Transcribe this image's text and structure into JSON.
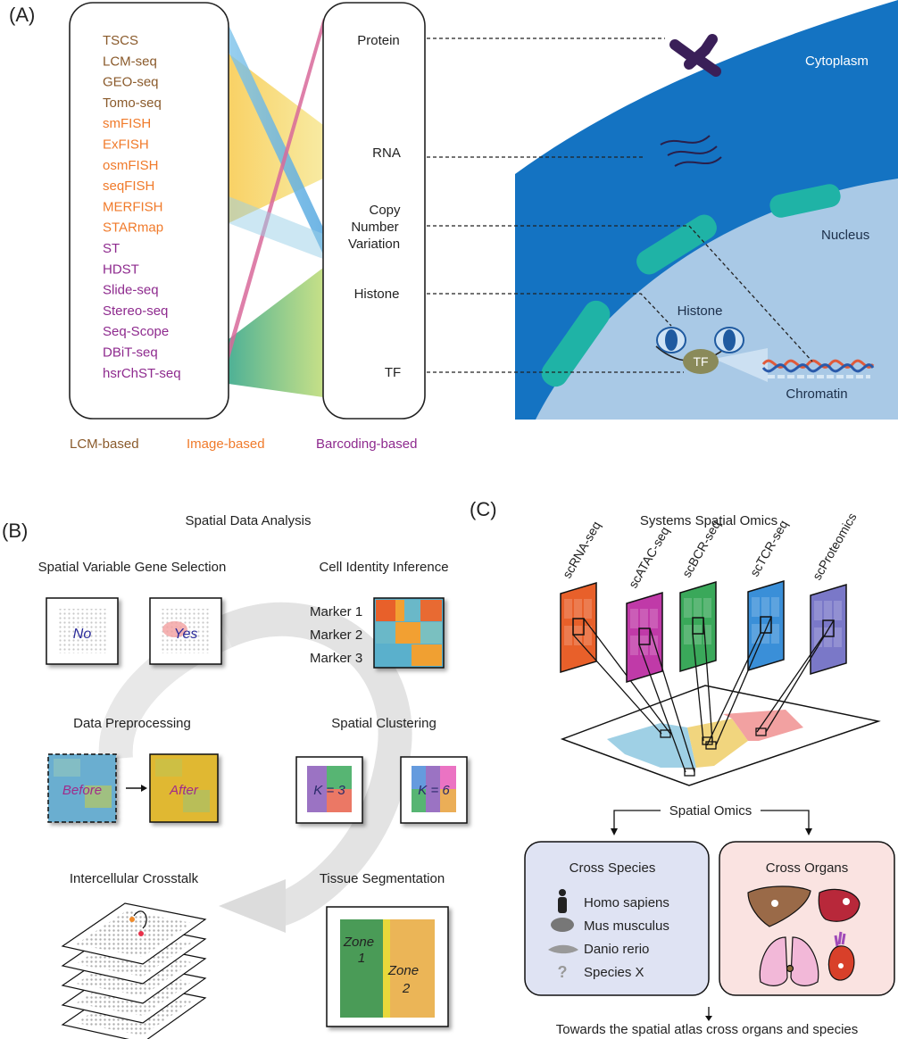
{
  "panelA": {
    "label": "(A)",
    "methods": [
      {
        "name": "TSCS",
        "group": "lcm"
      },
      {
        "name": "LCM-seq",
        "group": "lcm"
      },
      {
        "name": "GEO-seq",
        "group": "lcm"
      },
      {
        "name": "Tomo-seq",
        "group": "lcm"
      },
      {
        "name": "smFISH",
        "group": "image"
      },
      {
        "name": "ExFISH",
        "group": "image"
      },
      {
        "name": "osmFISH",
        "group": "image"
      },
      {
        "name": "seqFISH",
        "group": "image"
      },
      {
        "name": "MERFISH",
        "group": "image"
      },
      {
        "name": "STARmap",
        "group": "image"
      },
      {
        "name": "ST",
        "group": "barcode"
      },
      {
        "name": "HDST",
        "group": "barcode"
      },
      {
        "name": "Slide-seq",
        "group": "barcode"
      },
      {
        "name": "Stereo-seq",
        "group": "barcode"
      },
      {
        "name": "Seq-Scope",
        "group": "barcode"
      },
      {
        "name": "DBiT-seq",
        "group": "barcode"
      },
      {
        "name": "hsrChST-seq",
        "group": "barcode"
      }
    ],
    "legend": {
      "lcm": "LCM-based",
      "image": "Image-based",
      "barcode": "Barcoding-based"
    },
    "colors": {
      "lcm": "#8a5a2b",
      "image": "#f07a2a",
      "barcode": "#8e2a8e",
      "cytoplasm": "#1473c2",
      "nucleus": "#a7c8e6",
      "band": "#1fb3a6"
    },
    "layers": {
      "protein": "Protein",
      "rna": "RNA",
      "cnv": [
        "Copy",
        "Number",
        "Variation"
      ],
      "histone": "Histone",
      "tf": "TF"
    },
    "cell": {
      "cytoplasm": "Cytoplasm",
      "nucleus": "Nucleus",
      "histone": "Histone",
      "tf": "TF",
      "chromatin": "Chromatin"
    }
  },
  "panelB": {
    "label": "(B)",
    "title": "Spatial Data Analysis",
    "svg_title": "Spatial Variable Gene Selection",
    "svg_no": "No",
    "svg_yes": "Yes",
    "cell_identity_title": "Cell Identity Inference",
    "markers": [
      "Marker 1",
      "Marker 2",
      "Marker 3"
    ],
    "preproc_title": "Data Preprocessing",
    "before": "Before",
    "after": "After",
    "clustering_title": "Spatial Clustering",
    "k3": "K = 3",
    "k6": "K = 6",
    "crosstalk_title": "Intercellular Crosstalk",
    "segmentation_title": "Tissue Segmentation",
    "zone1": [
      "Zone",
      "1"
    ],
    "zone2": [
      "Zone",
      "2"
    ]
  },
  "panelC": {
    "label": "(C)",
    "title": "Systems Spatial Omics",
    "omics": [
      {
        "name": "scRNA-seq",
        "color": "#e8602a"
      },
      {
        "name": "scATAC-seq",
        "color": "#c03aa8"
      },
      {
        "name": "scBCR-seq",
        "color": "#3aa85a"
      },
      {
        "name": "scTCR-seq",
        "color": "#3a8fd8"
      },
      {
        "name": "scProteomics",
        "color": "#7a78c8"
      }
    ],
    "spatial_omics": "Spatial Omics",
    "cross_species_title": "Cross Species",
    "species": [
      "Homo sapiens",
      "Mus musculus",
      "Danio rerio",
      "Species X"
    ],
    "species_unknown_mark": "?",
    "cross_organs_title": "Cross Organs",
    "footer": "Towards the spatial atlas cross organs and species"
  }
}
